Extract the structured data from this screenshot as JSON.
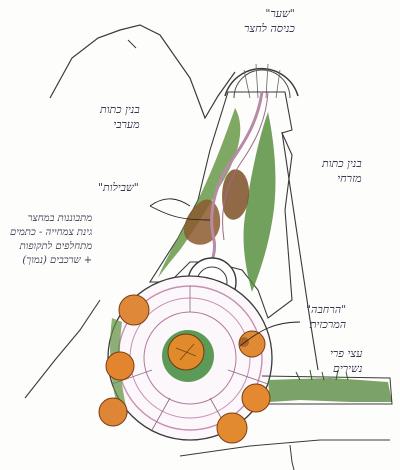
{
  "labels": {
    "top": [
      "\"שער\"",
      "כניסה לחצר"
    ],
    "west_building": [
      "בנין כתות",
      "מערבי"
    ],
    "east_building": [
      "בנין כתות",
      "מזרחי"
    ],
    "paths": [
      "\"שבילות\""
    ],
    "garden_notes": [
      "מתבוננות במחצר",
      "גינת צמחייה - כתמים",
      "מתחלפים לתקופות",
      "+ שרכבים (נמוך)"
    ],
    "square": [
      "\"הרחבה\"",
      "המרכזית"
    ],
    "trees": [
      "עצי פרי",
      "נשירים"
    ]
  }
}
